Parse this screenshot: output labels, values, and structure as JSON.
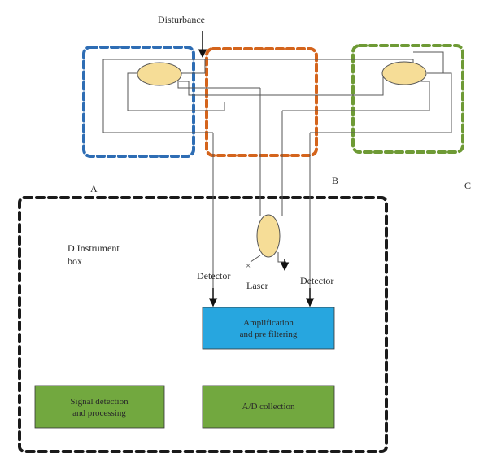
{
  "labels": {
    "disturbance": "Disturbance",
    "region_a": "A",
    "region_b": "B",
    "region_c": "C",
    "instrument_box_line1": "D Instrument",
    "instrument_box_line2": "box",
    "detector_left": "Detector",
    "detector_right": "Detector",
    "laser": "Laser"
  },
  "blocks": {
    "amplification": {
      "line1": "Amplification",
      "line2": "and pre filtering"
    },
    "signal": {
      "line1": "Signal detection",
      "line2": "and processing"
    },
    "ad": {
      "line1": "A/D collection"
    }
  },
  "colors": {
    "region_a_border": "#2e6db4",
    "region_b_border": "#d4641c",
    "region_c_border": "#6e9a35",
    "instrument_border": "#1a1a1a",
    "amplification_fill": "#27a6df",
    "processing_fill": "#72a83f",
    "coupler_fill": "#f6dd97"
  }
}
